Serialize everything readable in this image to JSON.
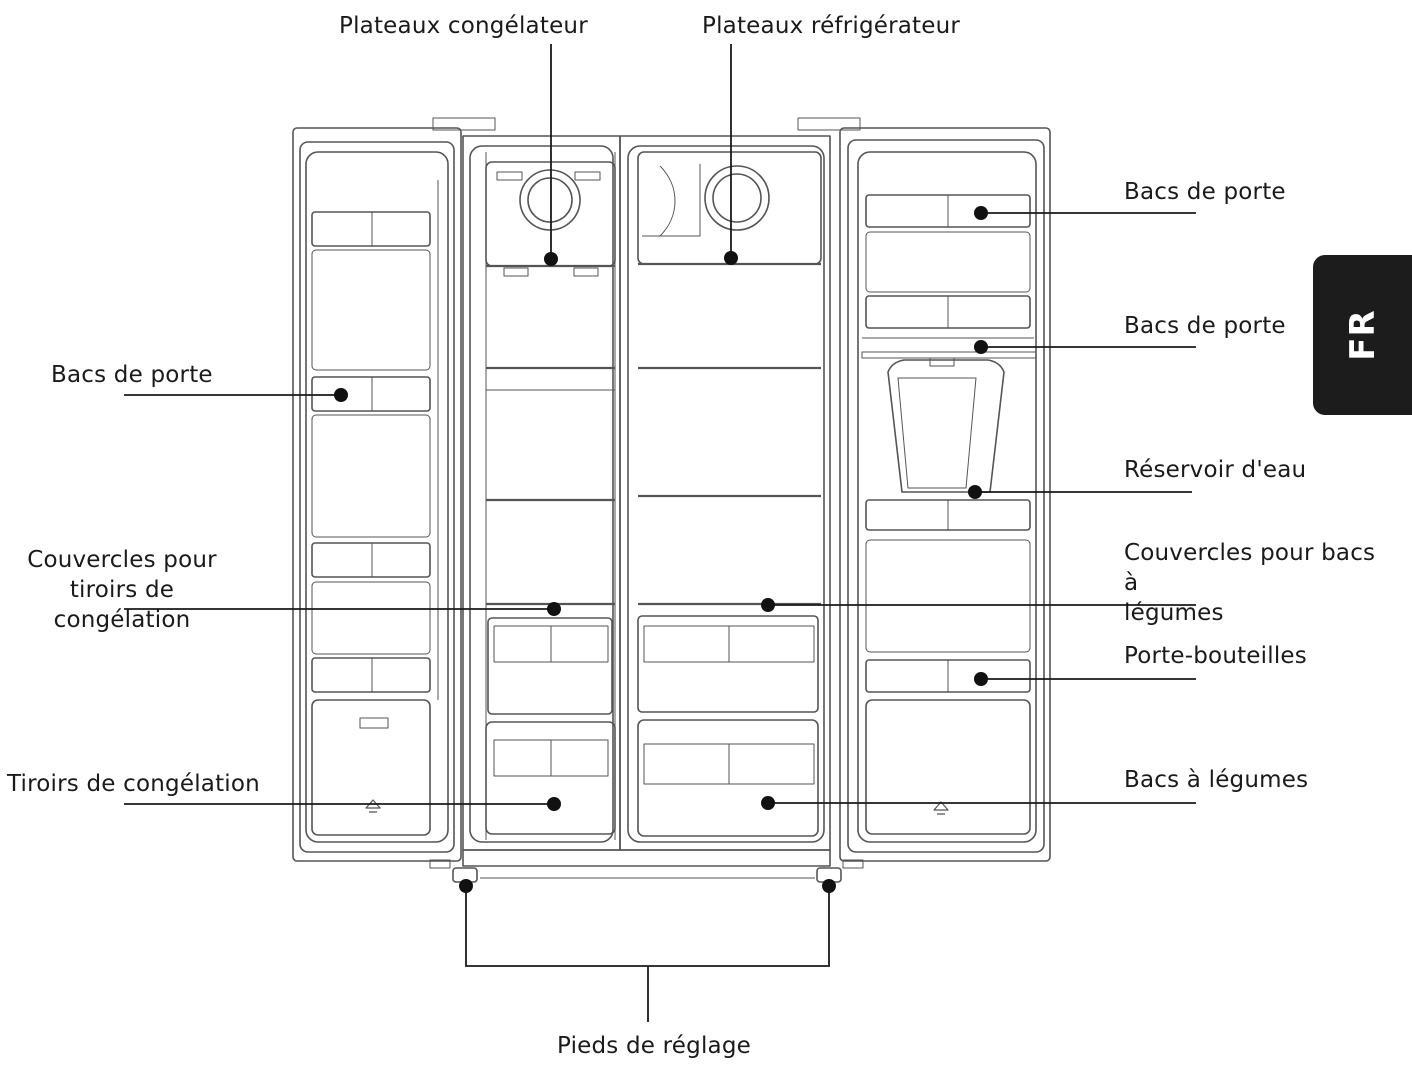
{
  "labels": {
    "plateaux_congelateur": "Plateaux congélateur",
    "plateaux_refrigerateur": "Plateaux réfrigérateur",
    "bacs_de_porte_left": "Bacs de porte",
    "bacs_de_porte_top_right": "Bacs de porte",
    "bacs_de_porte_mid_right": "Bacs de porte",
    "reservoir_eau": "Réservoir d'eau",
    "couvercles_tiroirs": [
      "Couvercles pour",
      "tiroirs de congélation"
    ],
    "couvercles_bacs": [
      "Couvercles pour bacs à",
      "légumes"
    ],
    "porte_bouteilles": "Porte-bouteilles",
    "tiroirs_congelation": "Tiroirs de congélation",
    "bacs_legumes": "Bacs à légumes",
    "pieds_reglage": "Pieds de réglage"
  },
  "language_tab": {
    "text": "FR",
    "color": "#1c1c1c"
  },
  "colors": {
    "line": "#1a1a1a",
    "drawing": "#555555",
    "background": "#ffffff"
  }
}
